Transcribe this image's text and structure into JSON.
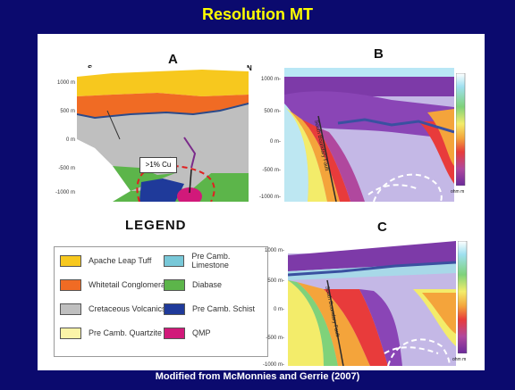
{
  "title": "Resolution MT",
  "caption": "Modified from McMonnies and Gerrie (2007)",
  "figures": {
    "a_label": "A",
    "b_label": "B",
    "c_label": "C",
    "a_left_dir": "S",
    "a_right_dir": "N",
    "a_ticks": [
      "1000 m",
      "500 m",
      "0 m",
      "-500 m",
      "-1000 m"
    ],
    "callout": ">1% Cu",
    "b_ticks": [
      "1000 m-",
      "500 m-",
      "0 m-",
      "-500 m-",
      "-1000 m-"
    ],
    "c_ticks": [
      "1000 m-",
      "500 m-",
      "0 m-",
      "-500 m-",
      "-1000 m-"
    ],
    "fault_label": "South Boundary Fault",
    "scale_unit": "ohm m"
  },
  "legend": {
    "title": "LEGEND",
    "items": [
      {
        "label": "Apache Leap Tuff",
        "color": "#f7c81e"
      },
      {
        "label": "Whitetail Conglomerate",
        "color": "#f06b24"
      },
      {
        "label": "Cretaceous Volcanics",
        "color": "#bfbfbf"
      },
      {
        "label": "Pre Camb. Quartzite",
        "color": "#fbf4a8"
      },
      {
        "label": "Pre Camb. Limestone",
        "color": "#78c8d8"
      },
      {
        "label": "Diabase",
        "color": "#5cb54a"
      },
      {
        "label": "Pre Camb. Schist",
        "color": "#1f3a9a"
      },
      {
        "label": "QMP",
        "color": "#d1197a"
      }
    ]
  }
}
